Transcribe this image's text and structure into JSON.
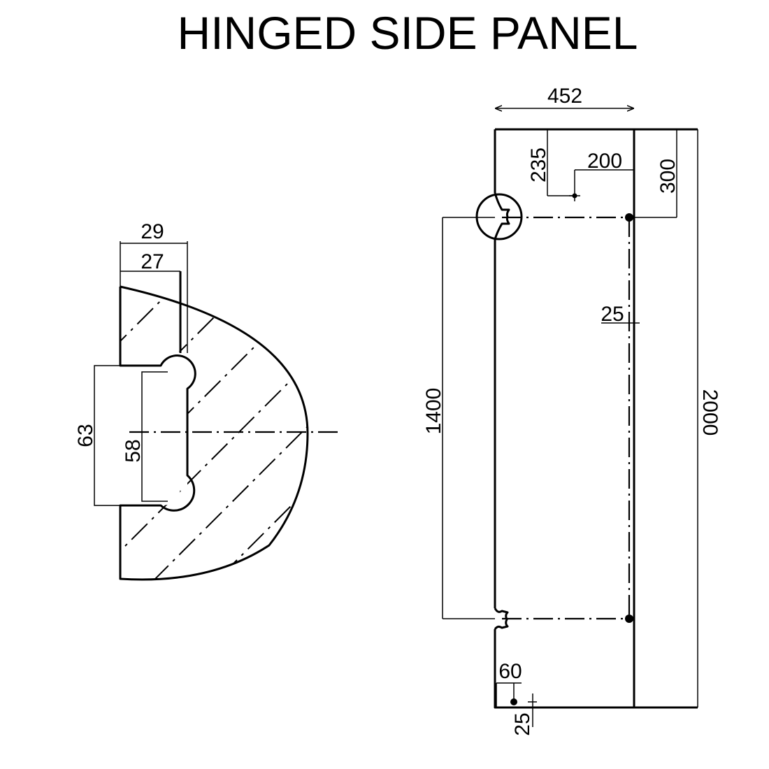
{
  "title": "HINGED SIDE PANEL",
  "detail": {
    "dims": {
      "outer_width": "29",
      "inner_width": "27",
      "outer_height": "63",
      "inner_height": "58"
    }
  },
  "elevation": {
    "dims": {
      "width": "452",
      "top_hinge_from_top": "300",
      "hole_from_top": "235",
      "hole_from_edge": "200",
      "hinge_spacing": "1400",
      "total_height": "2000",
      "inset": "25",
      "bottom_hole_from_edge": "60",
      "bottom_hole_from_bottom": "25"
    }
  }
}
